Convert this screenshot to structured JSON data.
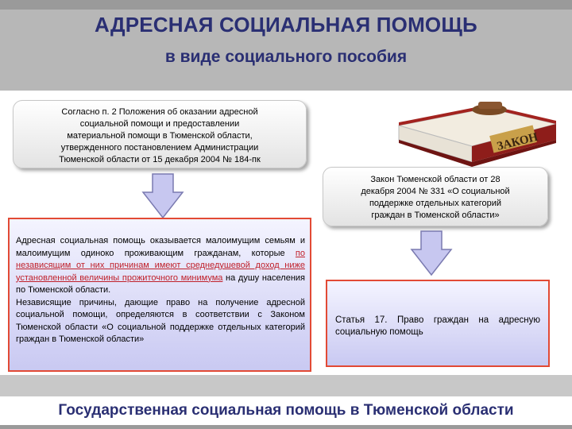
{
  "title": "АДРЕСНАЯ СОЦИАЛЬНАЯ ПОМОЩЬ",
  "subtitle": "в виде социального пособия",
  "reference_box": {
    "lines": [
      "Согласно п. 2 Положения об оказании адресной",
      "социальной помощи и предоставлении",
      "материальной помощи в Тюменской области,",
      "утвержденного постановлением Администрации",
      "Тюменской области от 15 декабря 2004 № 184-пк"
    ]
  },
  "law_box": {
    "lines": [
      "Закон Тюменской области от 28",
      "декабря 2004 № 331 «О социальной",
      "поддержке отдельных категорий",
      "граждан в Тюменской области»"
    ]
  },
  "book": {
    "label": "ЗАКОН"
  },
  "main_text": {
    "part1": "Адресная социальная помощь оказывается малоимущим семьям и малоимущим одиноко проживающим гражданам, которые ",
    "highlight": "по независящим от них причинам имеют среднедушевой доход ниже установленной величины прожиточного минимума",
    "part2": " на душу населения по Тюменской области.",
    "para2": "Независящие причины, дающие право на получение адресной социальной помощи, определяются в соответствии с Законом Тюменской области «О социальной поддержке отдельных категорий граждан в Тюменской области»"
  },
  "article_text": "Статья 17. Право граждан на адресную социальную помощь",
  "footer": "Государственная социальная помощь в Тюменской области",
  "colors": {
    "title": "#2a2f73",
    "header_bg": "#b7b7b7",
    "border": "#e24a35",
    "highlight": "#c0202a",
    "arrow_fill": "#c7c7f0"
  }
}
